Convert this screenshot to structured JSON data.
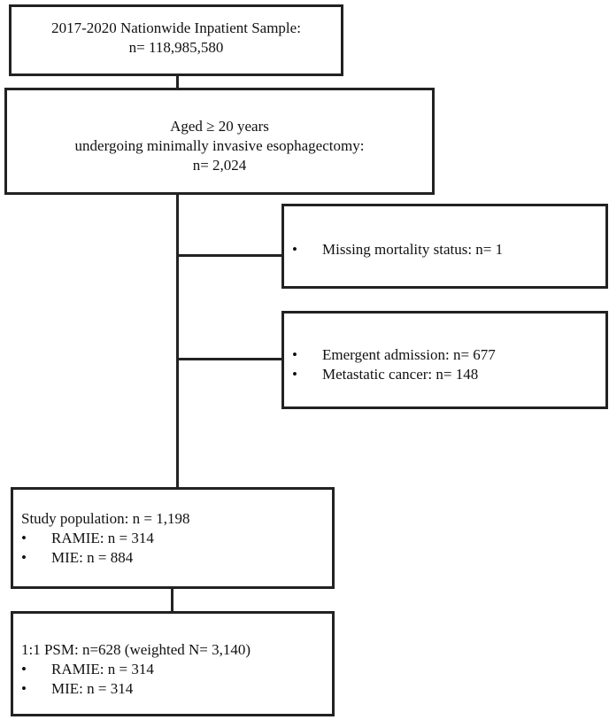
{
  "box_nis": {
    "line1": "2017-2020 Nationwide Inpatient Sample:",
    "line2": "n= 118,985,580"
  },
  "box_aged": {
    "line1": "Aged ≥ 20 years",
    "line2": "undergoing minimally invasive esophagectomy:",
    "line3": "n= 2,024"
  },
  "excl_1": {
    "items": [
      "Missing mortality status: n= 1"
    ]
  },
  "excl_2": {
    "items": [
      "Emergent admission: n= 677",
      "Metastatic cancer: n= 148"
    ]
  },
  "box_study": {
    "title": "Study population: n = 1,198",
    "items": [
      "RAMIE: n = 314",
      "MIE: n = 884"
    ]
  },
  "box_psm": {
    "title": "1:1 PSM: n=628 (weighted N= 3,140)",
    "items": [
      "RAMIE: n = 314",
      "MIE: n = 314"
    ]
  }
}
